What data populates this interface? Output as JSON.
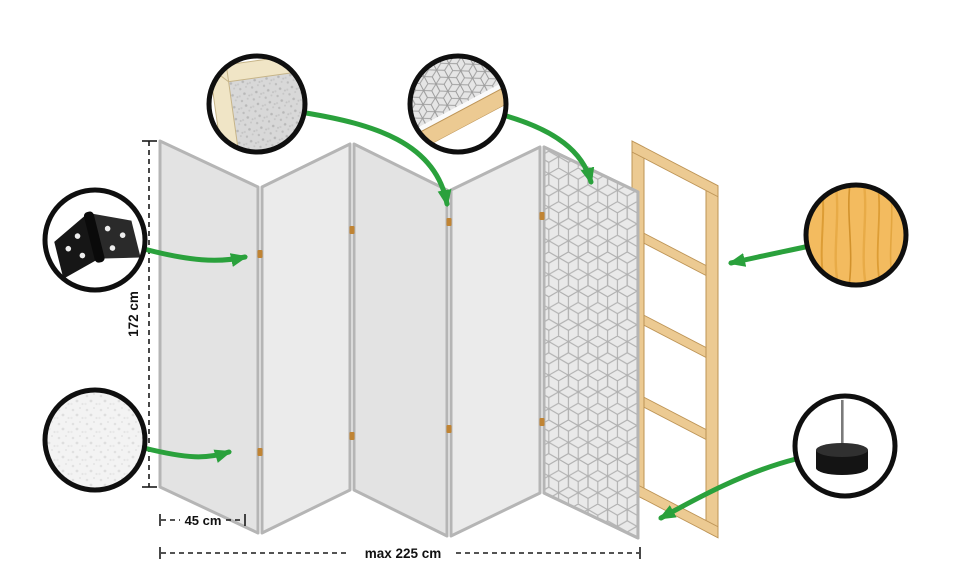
{
  "diagram": {
    "title": "Folding room divider construction diagram",
    "labels": {
      "height": "172 cm",
      "panel_width": "45 cm",
      "max_width": "max 225 cm"
    },
    "callouts": [
      {
        "id": "frame-corner-detail",
        "name": "frame corner with fabric"
      },
      {
        "id": "fabric-edge-detail",
        "name": "patterned fabric over wooden slat"
      },
      {
        "id": "hinge-detail",
        "name": "black metal hinge"
      },
      {
        "id": "fabric-texture-detail",
        "name": "non-woven white fabric texture"
      },
      {
        "id": "wood-texture-detail",
        "name": "pine wood grain"
      },
      {
        "id": "foot-detail",
        "name": "black stabilizing foot with pin"
      }
    ],
    "colors": {
      "arrow_green": "#2aa13c",
      "panel_fill_a": "#e3e3e3",
      "panel_fill_b": "#ebebeb",
      "panel_stroke": "#b5b5b5",
      "pattern_line": "#b0b0b0",
      "wood_fill": "#ecca92",
      "wood_stroke": "#bd9456",
      "wood_texture": "#f3bb5f",
      "hinge_black": "#161616",
      "hinge_dot": "#c08434",
      "dimension_line": "#1a1a1a"
    }
  }
}
